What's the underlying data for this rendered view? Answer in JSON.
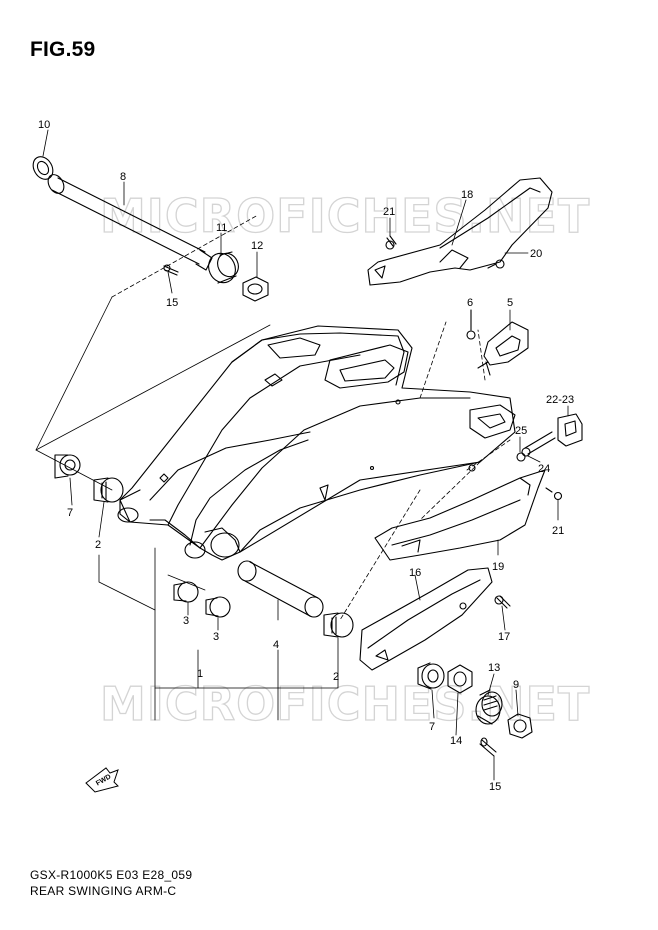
{
  "figure": {
    "title": "FIG.59",
    "footer_code": "GSX-R1000K5 E03 E28_059",
    "footer_desc": "REAR SWINGING ARM-C",
    "watermark": "MICROFICHES.NET",
    "fwd_label": "FWD"
  },
  "callouts": [
    {
      "id": "c-10",
      "label": "10"
    },
    {
      "id": "c-8",
      "label": "8"
    },
    {
      "id": "c-11",
      "label": "11"
    },
    {
      "id": "c-12",
      "label": "12"
    },
    {
      "id": "c-15a",
      "label": "15"
    },
    {
      "id": "c-18",
      "label": "18"
    },
    {
      "id": "c-21a",
      "label": "21"
    },
    {
      "id": "c-20",
      "label": "20"
    },
    {
      "id": "c-6",
      "label": "6"
    },
    {
      "id": "c-5",
      "label": "5"
    },
    {
      "id": "c-22-23",
      "label": "22-23"
    },
    {
      "id": "c-25",
      "label": "25"
    },
    {
      "id": "c-24",
      "label": "24"
    },
    {
      "id": "c-21b",
      "label": "21"
    },
    {
      "id": "c-19",
      "label": "19"
    },
    {
      "id": "c-16",
      "label": "16"
    },
    {
      "id": "c-17",
      "label": "17"
    },
    {
      "id": "c-13",
      "label": "13"
    },
    {
      "id": "c-9",
      "label": "9"
    },
    {
      "id": "c-7a",
      "label": "7"
    },
    {
      "id": "c-2a",
      "label": "2"
    },
    {
      "id": "c-3a",
      "label": "3"
    },
    {
      "id": "c-3b",
      "label": "3"
    },
    {
      "id": "c-4",
      "label": "4"
    },
    {
      "id": "c-1",
      "label": "1"
    },
    {
      "id": "c-2b",
      "label": "2"
    },
    {
      "id": "c-7b",
      "label": "7"
    },
    {
      "id": "c-14",
      "label": "14"
    },
    {
      "id": "c-15b",
      "label": "15"
    }
  ]
}
